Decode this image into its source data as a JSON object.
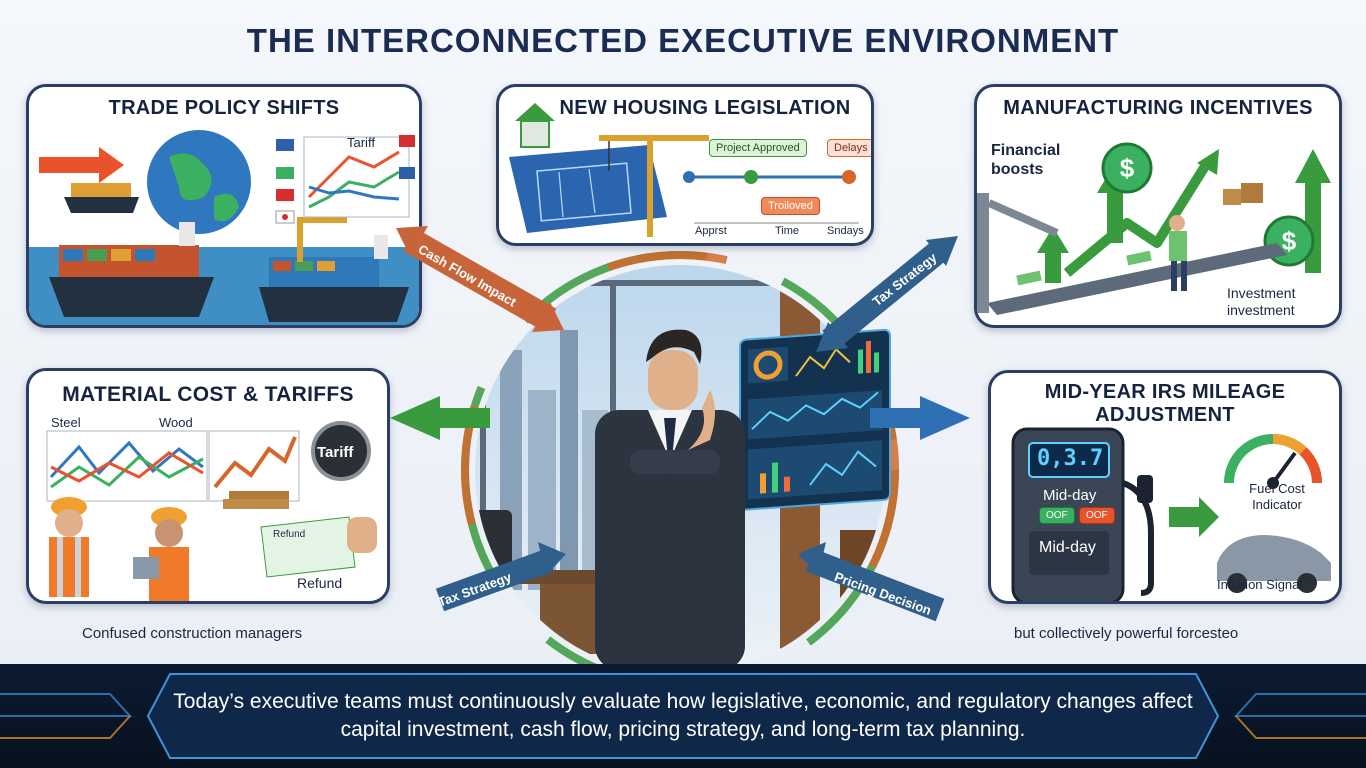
{
  "title": "THE INTERCONNECTED EXECUTIVE ENVIRONMENT",
  "panels": {
    "trade": {
      "title": "TRADE POLICY SHIFTS",
      "tariff_label": "Tariff"
    },
    "housing": {
      "title": "NEW HOUSING LEGISLATION",
      "project_approved": "Project Approved",
      "delays": "Delays",
      "troilved": "Troiloved",
      "axis": [
        "Apprst",
        "Time",
        "Sndays"
      ]
    },
    "manufacturing": {
      "title": "MANUFACTURING INCENTIVES",
      "financial_boosts": "Financial boosts",
      "investment": "Investment investment"
    },
    "material": {
      "title": "MATERIAL COST & TARIFFS",
      "steel": "Steel",
      "wood": "Wood",
      "tariff_badge": "Tariff",
      "refund": "Refund",
      "refund_check": "Refund"
    },
    "mileage": {
      "title": "MID-YEAR IRS MILEAGE ADJUSTMENT",
      "display": "0,3.7",
      "mid_day_1": "Mid-day",
      "off_1": "OOF",
      "off_2": "OOF",
      "mid_day_2": "Mid-day",
      "fuel_cost": "Fuel Cost Indicator",
      "inflation": "Inflation Signal"
    }
  },
  "arrows": {
    "cash_flow": "Cash Flow Impact",
    "tax_strategy_top": "Tax Strategy",
    "tax_strategy_bottom": "Tax Strategy",
    "pricing_decision": "Pricing Decision"
  },
  "notes": {
    "left": "Confused construction managers",
    "right": "but collectively powerful forcesteo"
  },
  "banner": {
    "text": "Today’s executive teams must continuously evaluate how legislative, economic, and regulatory changes affect capital investment, cash flow, pricing strategy, and long-term tax planning."
  },
  "colors": {
    "navy": "#1b2c52",
    "accent_green": "#3a9a3e",
    "accent_orange": "#d5672a",
    "accent_blue": "#2f6fb3"
  }
}
